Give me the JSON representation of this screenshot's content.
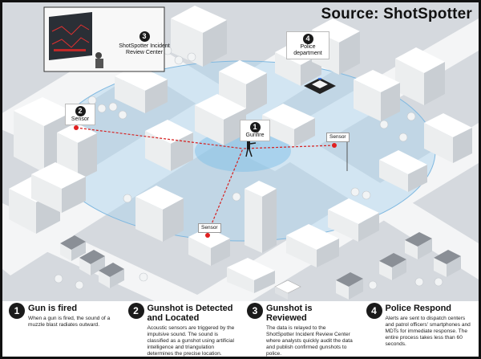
{
  "source_label": "Source: ShotSpotter",
  "callouts": {
    "review_center": {
      "number": "3",
      "text": "ShotSpotter Incident Review Center"
    },
    "police_department": {
      "number": "4",
      "text": "Police department"
    },
    "sensor_top_left": {
      "number": "2",
      "text": "Sensor"
    },
    "gunfire": {
      "number": "1",
      "text": "Gunfire"
    },
    "sensor_right": {
      "text": "Sensor"
    },
    "sensor_bottom": {
      "text": "Sensor"
    }
  },
  "steps": [
    {
      "number": "1",
      "title": "Gun is fired",
      "description": "When a gun is fired, the sound of a muzzle blast radiates outward."
    },
    {
      "number": "2",
      "title": "Gunshot is Detected and Located",
      "description": "Acoustic sensors are triggered by the impulsive sound. The sound is classified as a gunshot using artificial intelligence and triangulation determines the precise location."
    },
    {
      "number": "3",
      "title": "Gunshot is Reviewed",
      "description": "The data is relayed to the ShotSpotter Incident Review Center where analysts quickly audit the data and publish confirmed gunshots to police."
    },
    {
      "number": "4",
      "title": "Police Respond",
      "description": "Alerts are sent to dispatch centers and patrol officers' smartphones and MDTs for immediate response. The entire process takes less than 60 seconds."
    }
  ],
  "colors": {
    "sensor": "#e02020",
    "detection_radius": "#9cc9e8",
    "road": "#f7f8f9",
    "ground": "#d7dade"
  }
}
